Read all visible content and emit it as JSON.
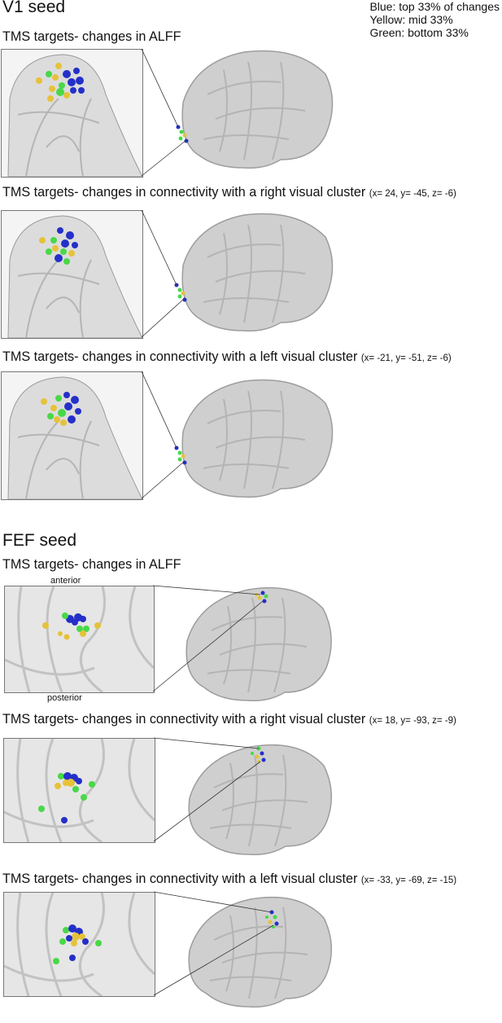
{
  "legend": {
    "blue": "Blue: top 33% of changes",
    "yellow": "Yellow: mid 33%",
    "green": "Green: bottom 33%"
  },
  "colors": {
    "blue": "#2430c8",
    "yellow": "#e6c23a",
    "green": "#48d848"
  },
  "sections": [
    {
      "title": "V1 seed",
      "panels": [
        {
          "title": "TMS targets- changes in ALFF",
          "coords": ""
        },
        {
          "title": "TMS targets- changes in connectivity with a right visual cluster",
          "coords": "(x= 24, y= -45, z= -6)"
        },
        {
          "title": "TMS targets- changes in connectivity with a left visual cluster",
          "coords": "(x= -21, y= -51, z= -6)"
        }
      ]
    },
    {
      "title": "FEF seed",
      "panels": [
        {
          "title": "TMS targets- changes in ALFF",
          "coords": "",
          "anterior": "anterior",
          "posterior": "posterior"
        },
        {
          "title": "TMS targets- changes in connectivity with a right visual cluster",
          "coords": "(x= 18, y= -93, z= -9)"
        },
        {
          "title": "TMS targets- changes in connectivity with a left visual cluster",
          "coords": "(x= -33, y= -69, z= -15)"
        }
      ]
    }
  ]
}
